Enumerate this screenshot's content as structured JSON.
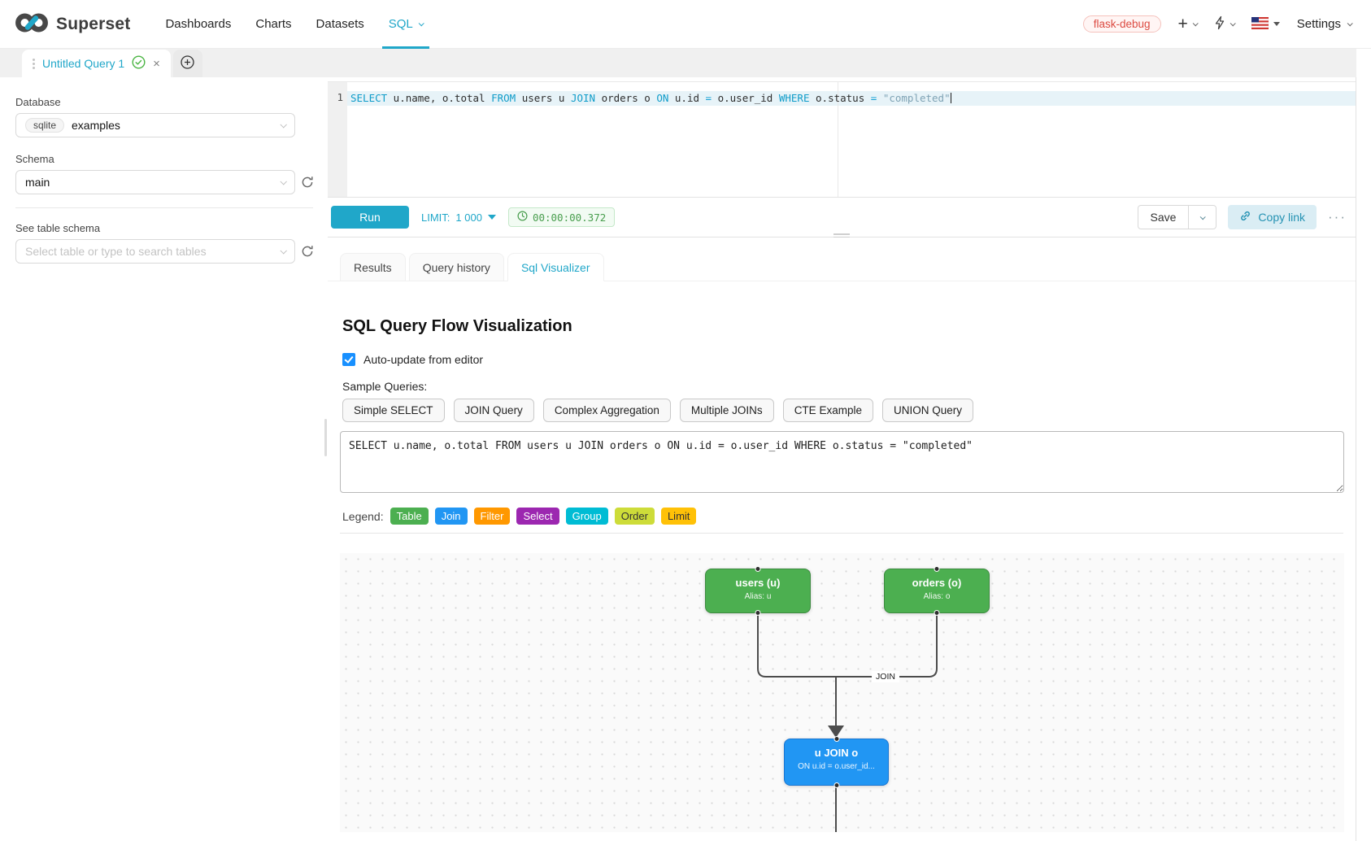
{
  "navbar": {
    "brand": "Superset",
    "menu": {
      "dashboards": "Dashboards",
      "charts": "Charts",
      "datasets": "Datasets",
      "sql": "SQL"
    },
    "env_tag": "flask-debug",
    "settings": "Settings"
  },
  "query_tabs": {
    "active": "Untitled Query 1"
  },
  "sidebar": {
    "database_label": "Database",
    "database_engine": "sqlite",
    "database_name": "examples",
    "schema_label": "Schema",
    "schema_value": "main",
    "table_section_label": "See table schema",
    "table_placeholder": "Select table or type to search tables"
  },
  "editor": {
    "line_number": "1",
    "tokens": [
      "SELECT",
      " u.name, o.total ",
      "FROM",
      " users u ",
      "JOIN",
      " orders o ",
      "ON",
      " u.id ",
      "=",
      " o.user_id ",
      "WHERE",
      " o.status ",
      "=",
      " ",
      "\"completed\""
    ]
  },
  "toolbar": {
    "run": "Run",
    "limit_label": "LIMIT:",
    "limit_value": "1 000",
    "elapsed": "00:00:00.372",
    "save": "Save",
    "copy_link": "Copy link",
    "more": "···"
  },
  "result_tabs": {
    "results": "Results",
    "history": "Query history",
    "visualizer": "Sql Visualizer"
  },
  "visualizer": {
    "title": "SQL Query Flow Visualization",
    "auto_update": "Auto-update from editor",
    "samples_label": "Sample Queries:",
    "samples": [
      "Simple SELECT",
      "JOIN Query",
      "Complex Aggregation",
      "Multiple JOINs",
      "CTE Example",
      "UNION Query"
    ],
    "query": "SELECT u.name, o.total FROM users u JOIN orders o ON u.id = o.user_id WHERE o.status = \"completed\"",
    "legend_label": "Legend:",
    "legend": [
      {
        "label": "Table",
        "color": "#4caf50"
      },
      {
        "label": "Join",
        "color": "#2196f3"
      },
      {
        "label": "Filter",
        "color": "#ff9800"
      },
      {
        "label": "Select",
        "color": "#9c27b0"
      },
      {
        "label": "Group",
        "color": "#00bcd4"
      },
      {
        "label": "Order",
        "color": "#cddc39"
      },
      {
        "label": "Limit",
        "color": "#ffc107"
      }
    ],
    "flow": {
      "edge_label": "JOIN",
      "nodes": {
        "users": {
          "title": "users (u)",
          "subtitle": "Alias: u",
          "color": "#4caf50"
        },
        "orders": {
          "title": "orders (o)",
          "subtitle": "Alias: o",
          "color": "#4caf50"
        },
        "join": {
          "title": "u JOIN o",
          "subtitle": "ON u.id = o.user_id...",
          "color": "#2196f3"
        }
      }
    }
  },
  "colors": {
    "accent": "#20a7c9",
    "primary_button": "#20a7c9",
    "env_tag_text": "#dc4a41",
    "checkbox": "#1890ff",
    "timer_text": "#499e4e",
    "edge": "#4c4c4c"
  }
}
